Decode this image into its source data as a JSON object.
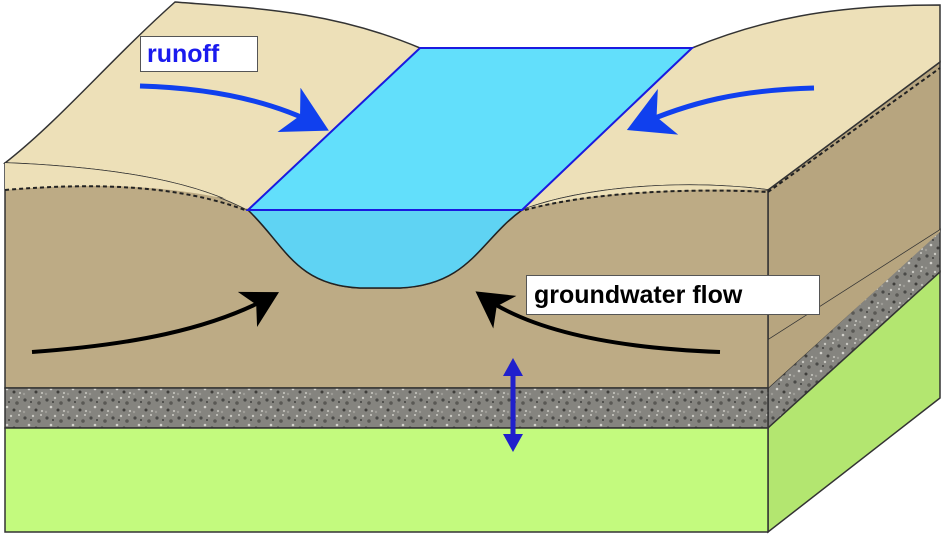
{
  "labels": {
    "runoff": "runoff",
    "groundwater_flow": "groundwater flow"
  },
  "colors": {
    "soil_surface": "#ede0b8",
    "soil_body": "#bdab85",
    "soil_side": "#b7a57f",
    "gravel": "#85847f",
    "bedrock_front": "#c3fa7e",
    "bedrock_side": "#b3e670",
    "water_surface": "#62dffb",
    "water_front": "#5fd3f3",
    "runoff_arrow": "#1040ee",
    "runoff_text": "#1a1aee",
    "groundwater_arrow": "#000000",
    "vertical_arrow": "#2020cc",
    "outline": "#333333"
  },
  "icons": {
    "runoff_arrows": "curved-arrow",
    "groundwater_arrows": "curved-arrow",
    "exchange_arrow": "double-headed-vertical-arrow"
  }
}
